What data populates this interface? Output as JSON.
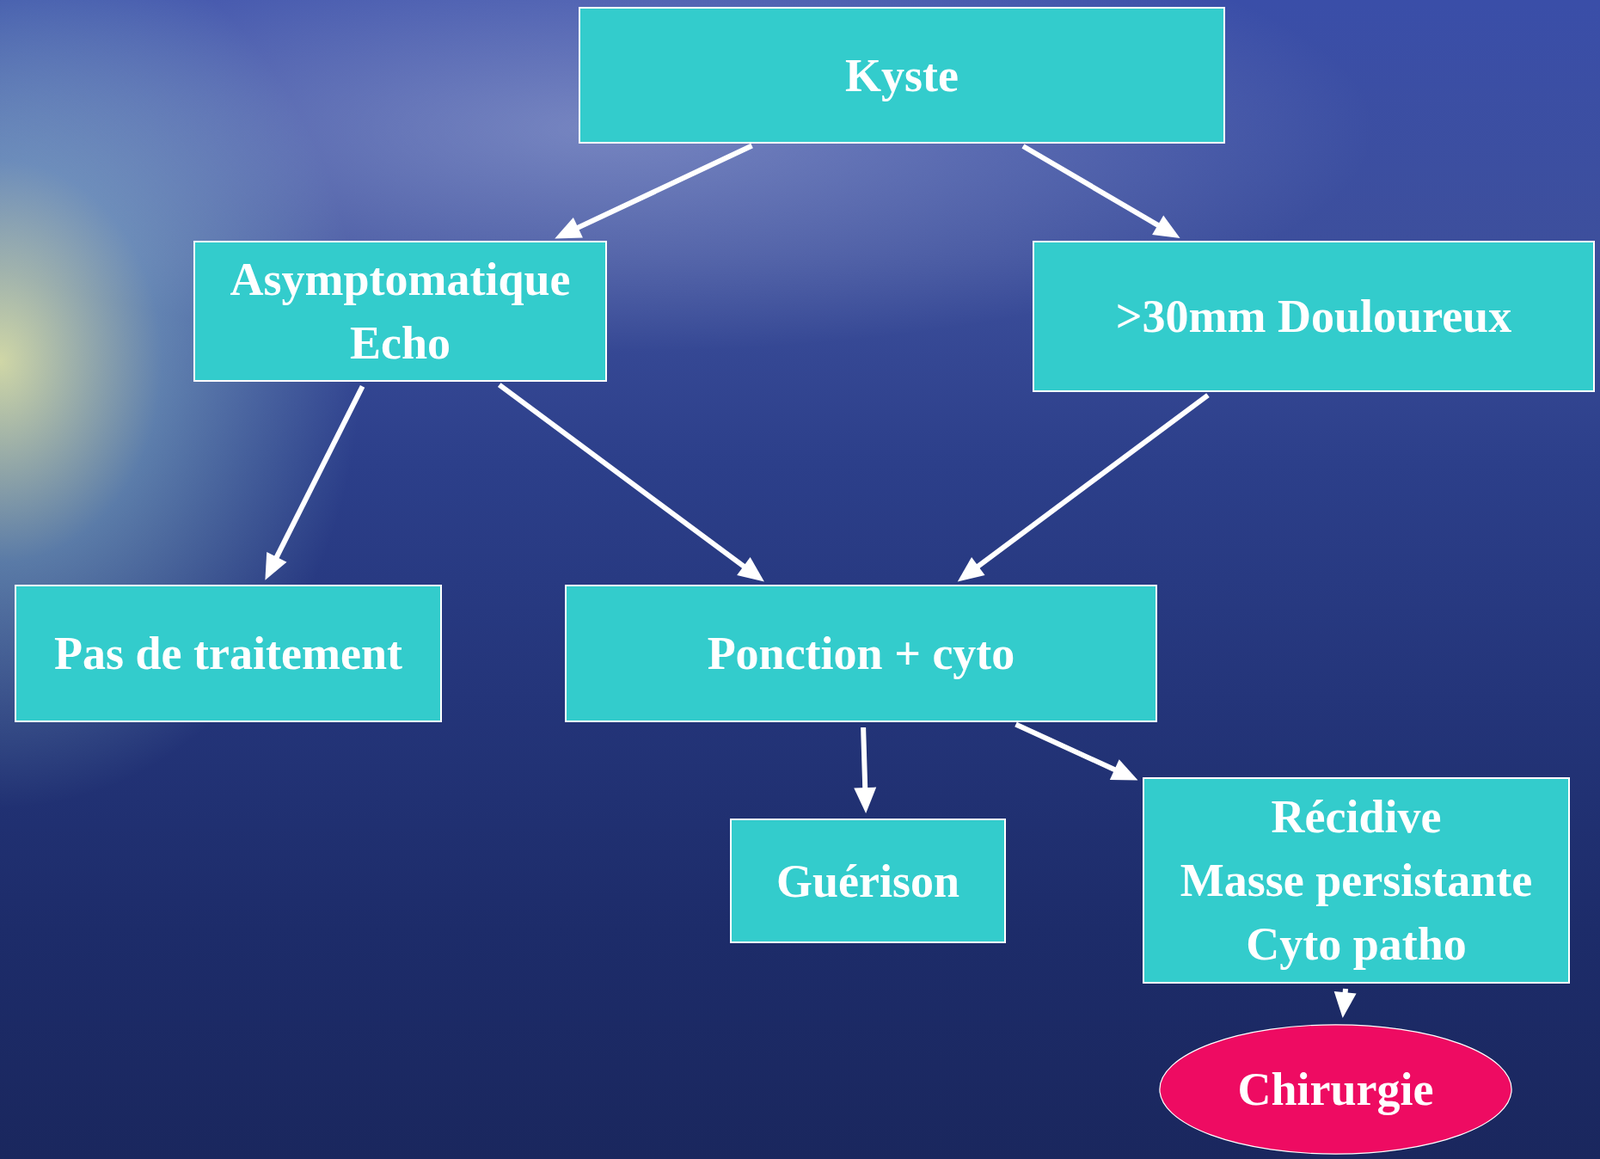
{
  "diagram": {
    "nodes": [
      {
        "text": [
          "Kyste"
        ]
      },
      {
        "text": [
          "Asymptomatique",
          "Echo"
        ]
      },
      {
        "text": [
          ">30mm Douloureux"
        ]
      },
      {
        "text": [
          "Pas de traitement"
        ]
      },
      {
        "text": [
          "Ponction + cyto"
        ]
      },
      {
        "text": [
          "Guérison"
        ]
      },
      {
        "text": [
          "Récidive",
          "Masse persistante",
          "Cyto patho"
        ]
      },
      {
        "text": [
          "Chirurgie"
        ]
      }
    ],
    "edges": [
      {
        "from": 0,
        "to": 1,
        "arrow": "to"
      },
      {
        "from": 0,
        "to": 2,
        "arrow": "to"
      },
      {
        "from": 1,
        "to": 3,
        "arrow": "to"
      },
      {
        "from": 1,
        "to": 4,
        "arrow": "to"
      },
      {
        "from": 2,
        "to": 4,
        "arrow": "to"
      },
      {
        "from": 4,
        "to": 5,
        "arrow": "to"
      },
      {
        "from": 4,
        "to": 6,
        "arrow": "to"
      },
      {
        "from": 6,
        "to": 7,
        "arrow": "to"
      }
    ]
  }
}
